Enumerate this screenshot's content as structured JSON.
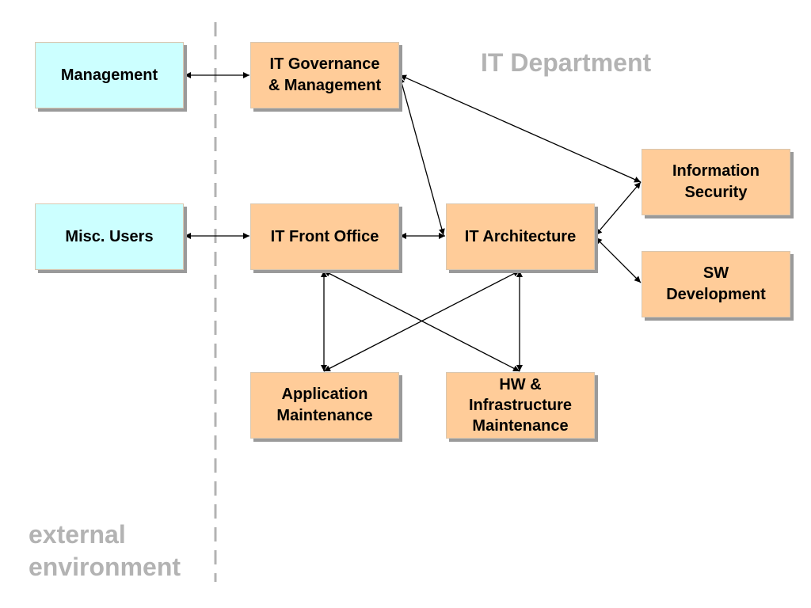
{
  "colors": {
    "external_box": "#ccffff",
    "internal_box": "#ffcc99",
    "section_label": "#b3b3b3",
    "divider": "#b3b3b3",
    "connector": "#000000"
  },
  "labels": {
    "external": "external\nenvironment",
    "internal": "IT Department"
  },
  "nodes": {
    "management": "Management",
    "misc_users": "Misc. Users",
    "it_governance": "IT Governance\n& Management",
    "it_front_office": "IT Front Office",
    "it_architecture": "IT Architecture",
    "information_security": "Information\nSecurity",
    "sw_development": "SW\nDevelopment",
    "application_maintenance": "Application\nMaintenance",
    "hw_infrastructure": "HW &\nInfrastructure\nMaintenance"
  },
  "edges": [
    {
      "from": "management",
      "to": "it_governance",
      "bidirectional": true
    },
    {
      "from": "misc_users",
      "to": "it_front_office",
      "bidirectional": true
    },
    {
      "from": "it_front_office",
      "to": "it_architecture",
      "bidirectional": true
    },
    {
      "from": "it_governance",
      "to": "it_architecture",
      "bidirectional": true
    },
    {
      "from": "it_governance",
      "to": "information_security",
      "bidirectional": true
    },
    {
      "from": "it_architecture",
      "to": "information_security",
      "bidirectional": true
    },
    {
      "from": "it_architecture",
      "to": "sw_development",
      "bidirectional": true
    },
    {
      "from": "it_front_office",
      "to": "application_maintenance",
      "bidirectional": true
    },
    {
      "from": "it_front_office",
      "to": "hw_infrastructure",
      "bidirectional": true
    },
    {
      "from": "it_architecture",
      "to": "application_maintenance",
      "bidirectional": true
    },
    {
      "from": "it_architecture",
      "to": "hw_infrastructure",
      "bidirectional": true
    }
  ]
}
